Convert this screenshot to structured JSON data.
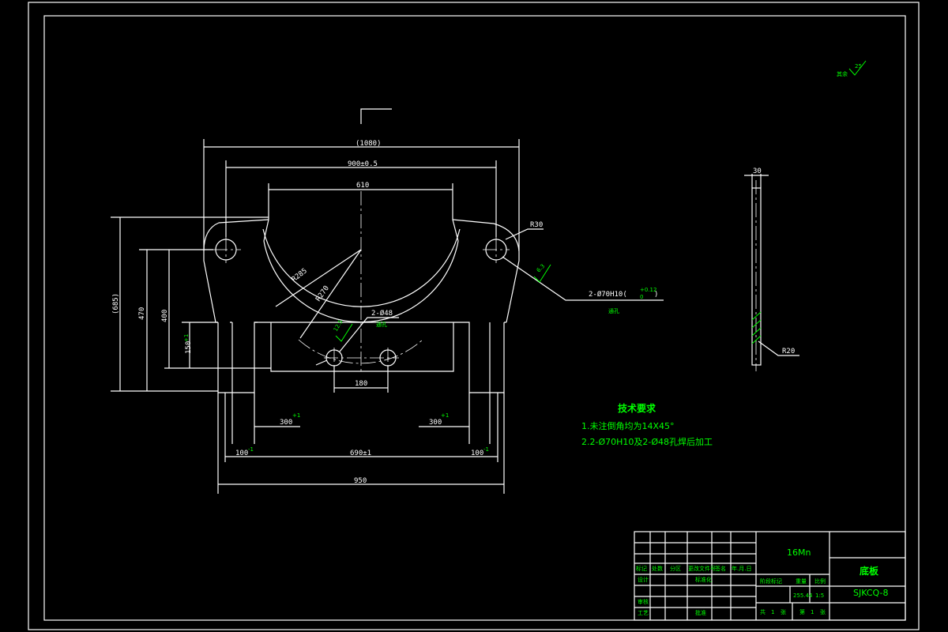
{
  "colors": {
    "background": "#000000",
    "lines": "#ffffff",
    "annotation": "#00ff00"
  },
  "dimensions": {
    "overall_width": "(1080)",
    "hole_spacing": "900±0.5",
    "inner_width": "610",
    "bottom_width": "950",
    "base_spacing": "690±1",
    "bottom_hole_spacing": "180",
    "overall_height": "(685)",
    "height_470": "470",
    "height_400": "400",
    "slot_height": "150",
    "slot_height_tol": "+1",
    "slot_width": "300",
    "slot_width_tol": "+1",
    "foot_width": "100",
    "foot_width_tol": "-1",
    "radius_outer": "R285",
    "radius_inner": "R270",
    "radius_corner": "R30",
    "radius_side": "R20",
    "thickness": "30",
    "roughness_value": "12.5",
    "roughness_value_2": "6.3"
  },
  "callouts": {
    "big_hole": "2-Ø70H10(",
    "big_hole_tol": "+0.12",
    "big_hole_tol_low": "0",
    "big_hole_tol_close": ")",
    "big_hole_note": "通孔",
    "small_hole": "2-Ø48",
    "small_hole_note": "通孔"
  },
  "surface_finish": {
    "label": "其余",
    "value": "25"
  },
  "tech_requirements": {
    "title": "技术要求",
    "item1": "1.未注倒角均为14X45°",
    "item2": "2.2-Ø70H10及2-Ø48孔焊后加工"
  },
  "title_block": {
    "material": "16Mn",
    "part_name": "底板",
    "drawing_no": "SJKCQ-8",
    "mark": "标记",
    "count": "处数",
    "zone": "分区",
    "change_doc": "更改文件号",
    "signature": "签名",
    "date": "年.月.日",
    "design": "设计",
    "standardize": "标准化",
    "review": "审核",
    "process": "工艺",
    "approve": "批准",
    "stage_mark": "阶段标记",
    "weight": "重量",
    "scale": "比例",
    "weight_value": "255.44",
    "scale_value": "1:5",
    "total_label": "共",
    "total_value": "1",
    "total_unit": "张",
    "sheet_label": "第",
    "sheet_value": "1",
    "sheet_unit": "张"
  }
}
